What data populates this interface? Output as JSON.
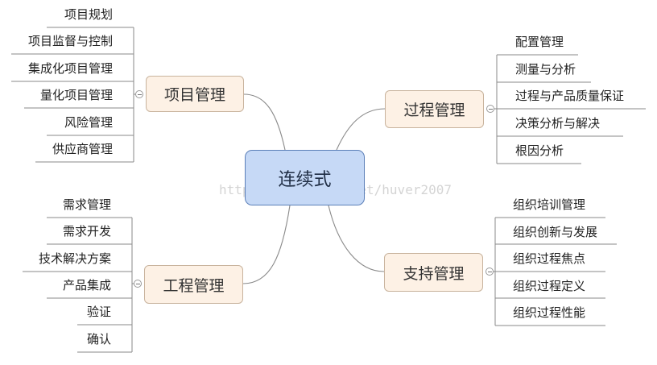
{
  "central": {
    "label": "连续式"
  },
  "branches": {
    "project": {
      "label": "项目管理",
      "items": [
        "项目规划",
        "项目监督与控制",
        "集成化项目管理",
        "量化项目管理",
        "风险管理",
        "供应商管理"
      ]
    },
    "process": {
      "label": "过程管理",
      "items": [
        "配置管理",
        "测量与分析",
        "过程与产品质量保证",
        "决策分析与解决",
        "根因分析"
      ]
    },
    "engineering": {
      "label": "工程管理",
      "items": [
        "需求管理",
        "需求开发",
        "技术解决方案",
        "产品集成",
        "验证",
        "确认"
      ]
    },
    "support": {
      "label": "支持管理",
      "items": [
        "组织培训管理",
        "组织创新与发展",
        "组织过程焦点",
        "组织过程定义",
        "组织过程性能"
      ]
    }
  },
  "watermark": "http://blog.csdn.net/huver2007",
  "colors": {
    "central_fill": "#c6d9f6",
    "central_border": "#5b7fb8",
    "branch_fill": "#fdf1e5",
    "branch_border": "#c8b39d",
    "connector": "#8a8a8a"
  },
  "icons": {
    "collapse": "collapse-minus-icon"
  }
}
